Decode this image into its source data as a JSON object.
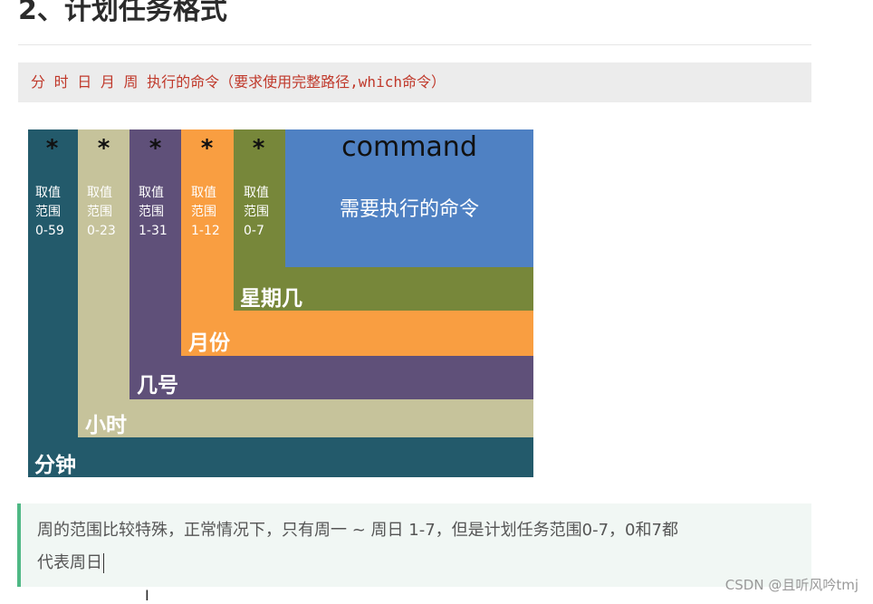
{
  "heading": "2、计划任务格式",
  "code_line": "分 时 日 月 周 执行的命令（要求使用完整路径,which命令）",
  "diagram": {
    "star": "*",
    "columns": [
      {
        "field": "minute",
        "range_label": "取值\n范围",
        "range": "0-59",
        "label": "分钟",
        "color": "#235a6b"
      },
      {
        "field": "hour",
        "range_label": "取值\n范围",
        "range": "0-23",
        "label": "小时",
        "color": "#c6c39b"
      },
      {
        "field": "day",
        "range_label": "取值\n范围",
        "range": "1-31",
        "label": "几号",
        "color": "#5f5079"
      },
      {
        "field": "month",
        "range_label": "取值\n范围",
        "range": "1-12",
        "label": "月份",
        "color": "#f99e41"
      },
      {
        "field": "weekday",
        "range_label": "取值\n范围",
        "range": "0-7",
        "label": "星期几",
        "color": "#77873a"
      }
    ],
    "command": {
      "title": "command",
      "desc": "需要执行的命令",
      "color": "#4f81c3"
    }
  },
  "note": {
    "line1": "周的范围比较特殊，正常情况下，只有周一 ~ 周日 1-7，但是计划任务范围0-7，0和7都",
    "line2": "代表周日"
  },
  "watermark": "CSDN @且听风吟tmj"
}
